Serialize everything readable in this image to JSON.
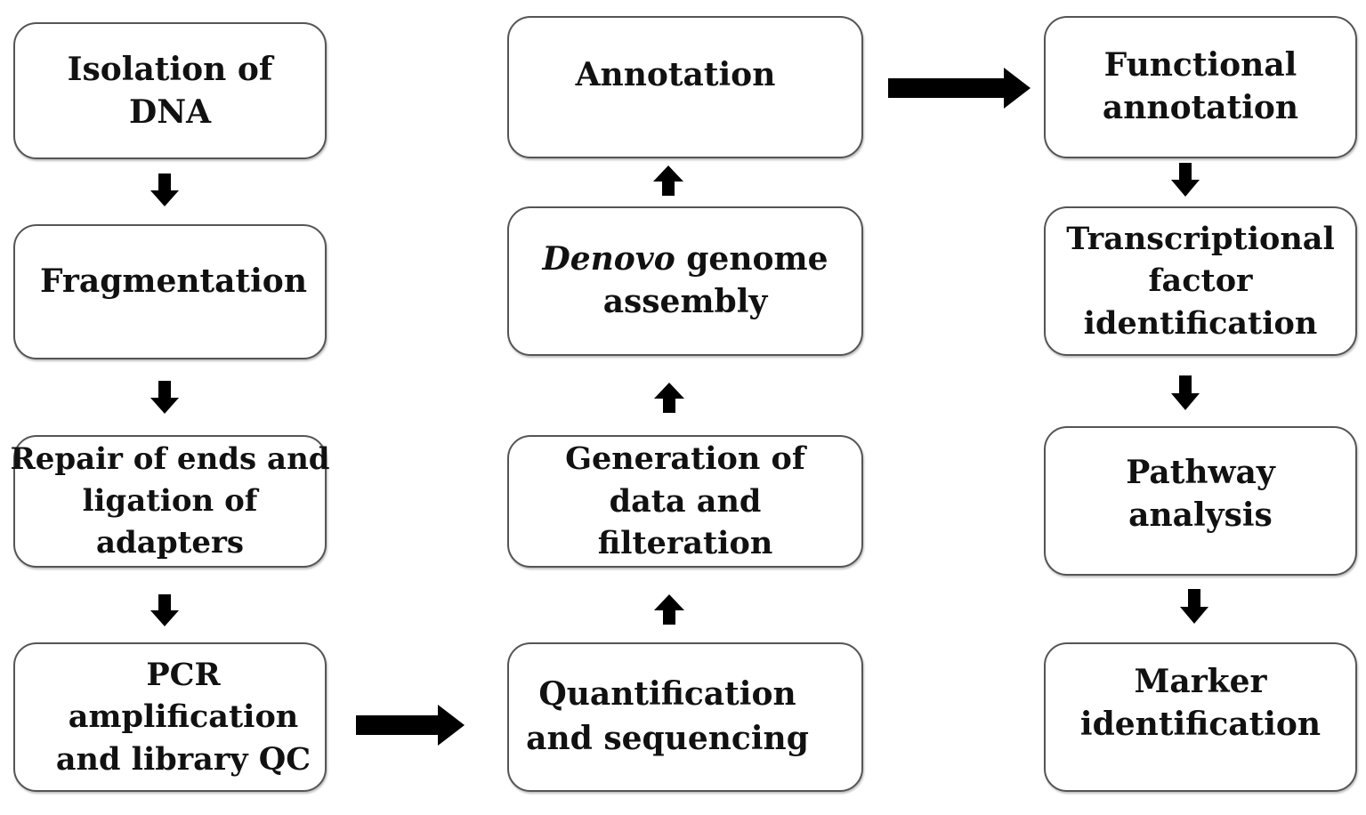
{
  "steps": {
    "isolation": {
      "lines": [
        "Isolation of",
        "DNA"
      ]
    },
    "fragmentation": {
      "lines": [
        "Fragmentation"
      ]
    },
    "repair": {
      "lines": [
        "Repair of ends and",
        "ligation of",
        "adapters"
      ]
    },
    "pcr": {
      "lines": [
        "PCR",
        "amplification",
        "and library QC"
      ]
    },
    "quantification": {
      "lines": [
        "Quantification",
        "and sequencing"
      ]
    },
    "generation": {
      "lines": [
        "Generation of",
        "data and",
        "filteration"
      ]
    },
    "denovo": {
      "italic": "Denovo",
      "rest": " genome",
      "line2": "assembly"
    },
    "annotation": {
      "lines": [
        "Annotation"
      ]
    },
    "functional": {
      "lines": [
        "Functional",
        "annotation"
      ]
    },
    "transcriptional": {
      "lines": [
        "Transcriptional",
        "factor",
        "identification"
      ]
    },
    "pathway": {
      "lines": [
        "Pathway",
        "analysis"
      ]
    },
    "marker": {
      "lines": [
        "Marker",
        "identification"
      ]
    }
  }
}
